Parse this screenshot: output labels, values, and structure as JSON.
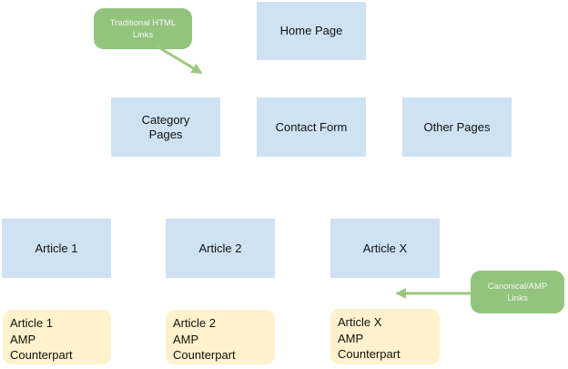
{
  "diagram": {
    "description": "Website structure diagram showing traditional HTML pages and their AMP counterparts",
    "colors": {
      "page_box_fill": "#cfe2f3",
      "amp_box_fill": "#fff2cc",
      "callout_fill": "#93c47d",
      "arrow_green": "#9dc87f",
      "box_text": "#111111",
      "callout_text": "#f5f5f5",
      "background": "#ffffff"
    },
    "nodes": {
      "home": {
        "label": "Home Page"
      },
      "category": {
        "label": "Category\nPages"
      },
      "contact": {
        "label": "Contact Form"
      },
      "other": {
        "label": "Other Pages"
      },
      "article1": {
        "label": "Article 1"
      },
      "article2": {
        "label": "Article 2"
      },
      "articlex": {
        "label": "Article X"
      },
      "amp1": {
        "label": "Article 1\nAMP\nCounterpart"
      },
      "amp2": {
        "label": "Article 2\nAMP\nCounterpart"
      },
      "ampx": {
        "label": "Article X\nAMP\nCounterpart"
      }
    },
    "callouts": {
      "traditional": {
        "label": "Traditional HTML\nLinks",
        "arrow_points_to": "gap between Home Page and Category Pages"
      },
      "canonical": {
        "label": "Canonical/AMP\nLinks",
        "arrow_points_to": "gap between Article X and Article X AMP Counterpart"
      }
    }
  }
}
